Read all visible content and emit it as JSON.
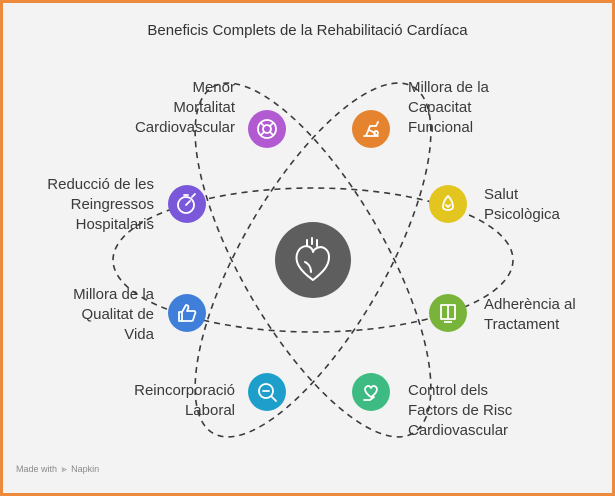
{
  "title": "Beneficis Complets de la Rehabilitació Cardíaca",
  "benefits": [
    {
      "label": "Menor\nMortalitat\nCardiovascular",
      "icon": "lifebuoy-icon",
      "color": "#B15AD1"
    },
    {
      "label": "Millora de la\nCapacitat\nFuncional",
      "icon": "exercise-bike-icon",
      "color": "#E5832F"
    },
    {
      "label": "Reducció de les\nReingressos\nHospitalaris",
      "icon": "stopwatch-icon",
      "color": "#7B58DA"
    },
    {
      "label": "Salut\nPsicològica",
      "icon": "hand-heart-icon",
      "color": "#E3C51F"
    },
    {
      "label": "Millora de la\nQualitat de\nVida",
      "icon": "thumbs-up-icon",
      "color": "#3F7FD9"
    },
    {
      "label": "Adherència al\nTractament",
      "icon": "book-hand-icon",
      "color": "#79B43A"
    },
    {
      "label": "Reincorporació\nLaboral",
      "icon": "money-magnifier-icon",
      "color": "#1E9FCB"
    },
    {
      "label": "Control dels\nFactors de Risc\nCardiovascular",
      "icon": "heart-hand-icon",
      "color": "#3DBB82"
    }
  ],
  "center": {
    "icon": "heart-icon",
    "color": "#5E5E5E"
  },
  "footer": {
    "made_with": "Made with",
    "brand": "Napkin"
  },
  "colors": {
    "border": "#ED8A3C",
    "background": "#F3F3F3",
    "orbit": "#3a3a3a"
  }
}
